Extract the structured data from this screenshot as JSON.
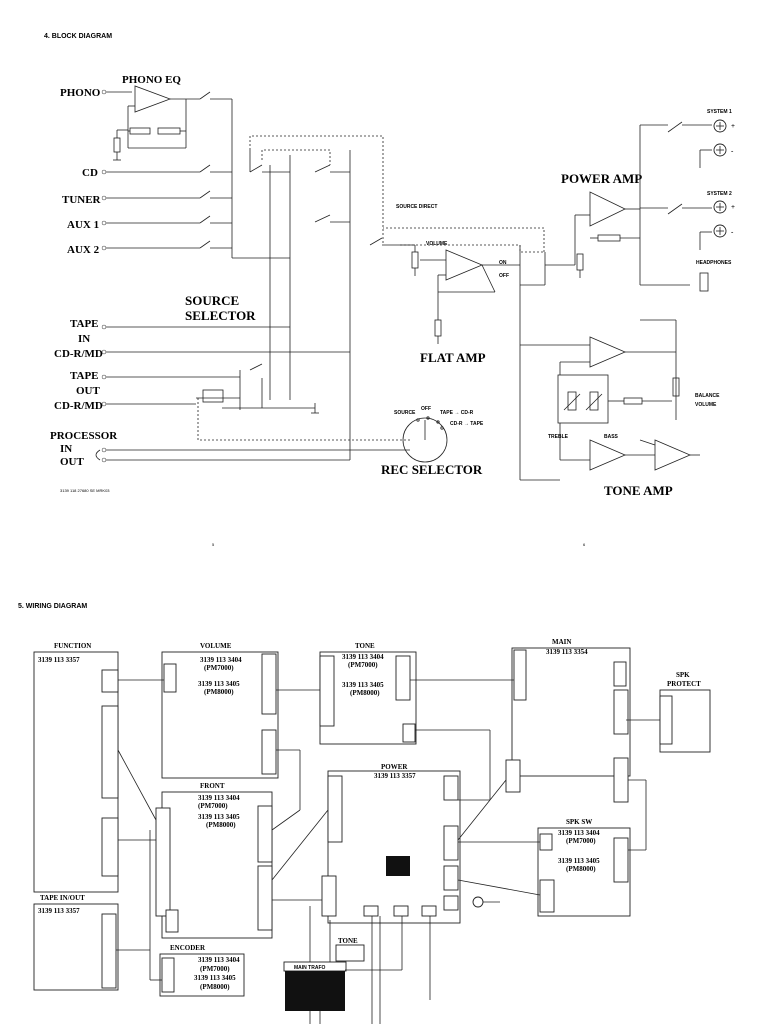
{
  "block": {
    "heading": "4. BLOCK DIAGRAM",
    "phono_eq": "PHONO EQ",
    "inputs": [
      "PHONO",
      "CD",
      "TUNER",
      "AUX 1",
      "AUX 2"
    ],
    "source_selector": [
      "SOURCE",
      "SELECTOR"
    ],
    "tape_in": [
      "TAPE",
      "IN",
      "CD-R/MD"
    ],
    "tape_out": [
      "TAPE",
      "OUT",
      "CD-R/MD"
    ],
    "processor": [
      "PROCESSOR",
      "IN",
      "OUT"
    ],
    "source_direct": "SOURCE  DIRECT",
    "volume": "VOLUME",
    "on": "ON",
    "off": "OFF",
    "flat_amp": "FLAT AMP",
    "power_amp": "POWER AMP",
    "system1": "SYSTEM 1",
    "system2": "SYSTEM 2",
    "plus": "+",
    "minus": "-",
    "headphones": "HEADPHONES",
    "balance_volume": [
      "BALANCE",
      "VOLUME"
    ],
    "treble": "TREBLE",
    "bass": "BASS",
    "tone_amp": "TONE AMP",
    "rec_selector": "REC SELECTOR",
    "rec_source": "SOURCE",
    "rec_off": "OFF",
    "rec_tape_cdr": "TAPE → CD-R",
    "rec_cdr_tape": "CD-R → TAPE",
    "small_code": "3139 118 27680  SE MRK03",
    "page_left": "5",
    "page_right": "6"
  },
  "wiring": {
    "heading": "5. WIRING DIAGRAM",
    "function": {
      "title": "FUNCTION",
      "code": "3139 113 3357"
    },
    "tape_io": {
      "title": "TAPE IN/OUT",
      "code": "3139 113 3357"
    },
    "volume": {
      "title": "VOLUME",
      "code1": "3139 113 3404",
      "model1": "(PM7000)",
      "code2": "3139 113 3405",
      "model2": "(PM8000)"
    },
    "tone_top": {
      "title": "TONE",
      "code1": "3139 113 3404",
      "model1": "(PM7000)",
      "code2": "3139 113 3405",
      "model2": "(PM8000)"
    },
    "main": {
      "title": "MAIN",
      "code": "3139 113 3354"
    },
    "spk_protect": [
      "SPK",
      "PROTECT"
    ],
    "front": {
      "title": "FRONT",
      "code1": "3139 113 3404",
      "model1": "(PM7000)",
      "code2": "3139 113 3405",
      "model2": "(PM8000)"
    },
    "power": {
      "title": "POWER",
      "code": "3139 113 3357"
    },
    "spk_sw": {
      "title": "SPK SW",
      "code1": "3139 113 3404",
      "model1": "(PM7000)",
      "code2": "3139 113 3405",
      "model2": "(PM8000)"
    },
    "encoder": {
      "title": "ENCODER",
      "code1": "3139 113 3404",
      "model1": "(PM7000)",
      "code2": "3139 113 3405",
      "model2": "(PM8000)"
    },
    "tone_bottom": "TONE",
    "main_trafo": "MAIN TRAFO"
  }
}
